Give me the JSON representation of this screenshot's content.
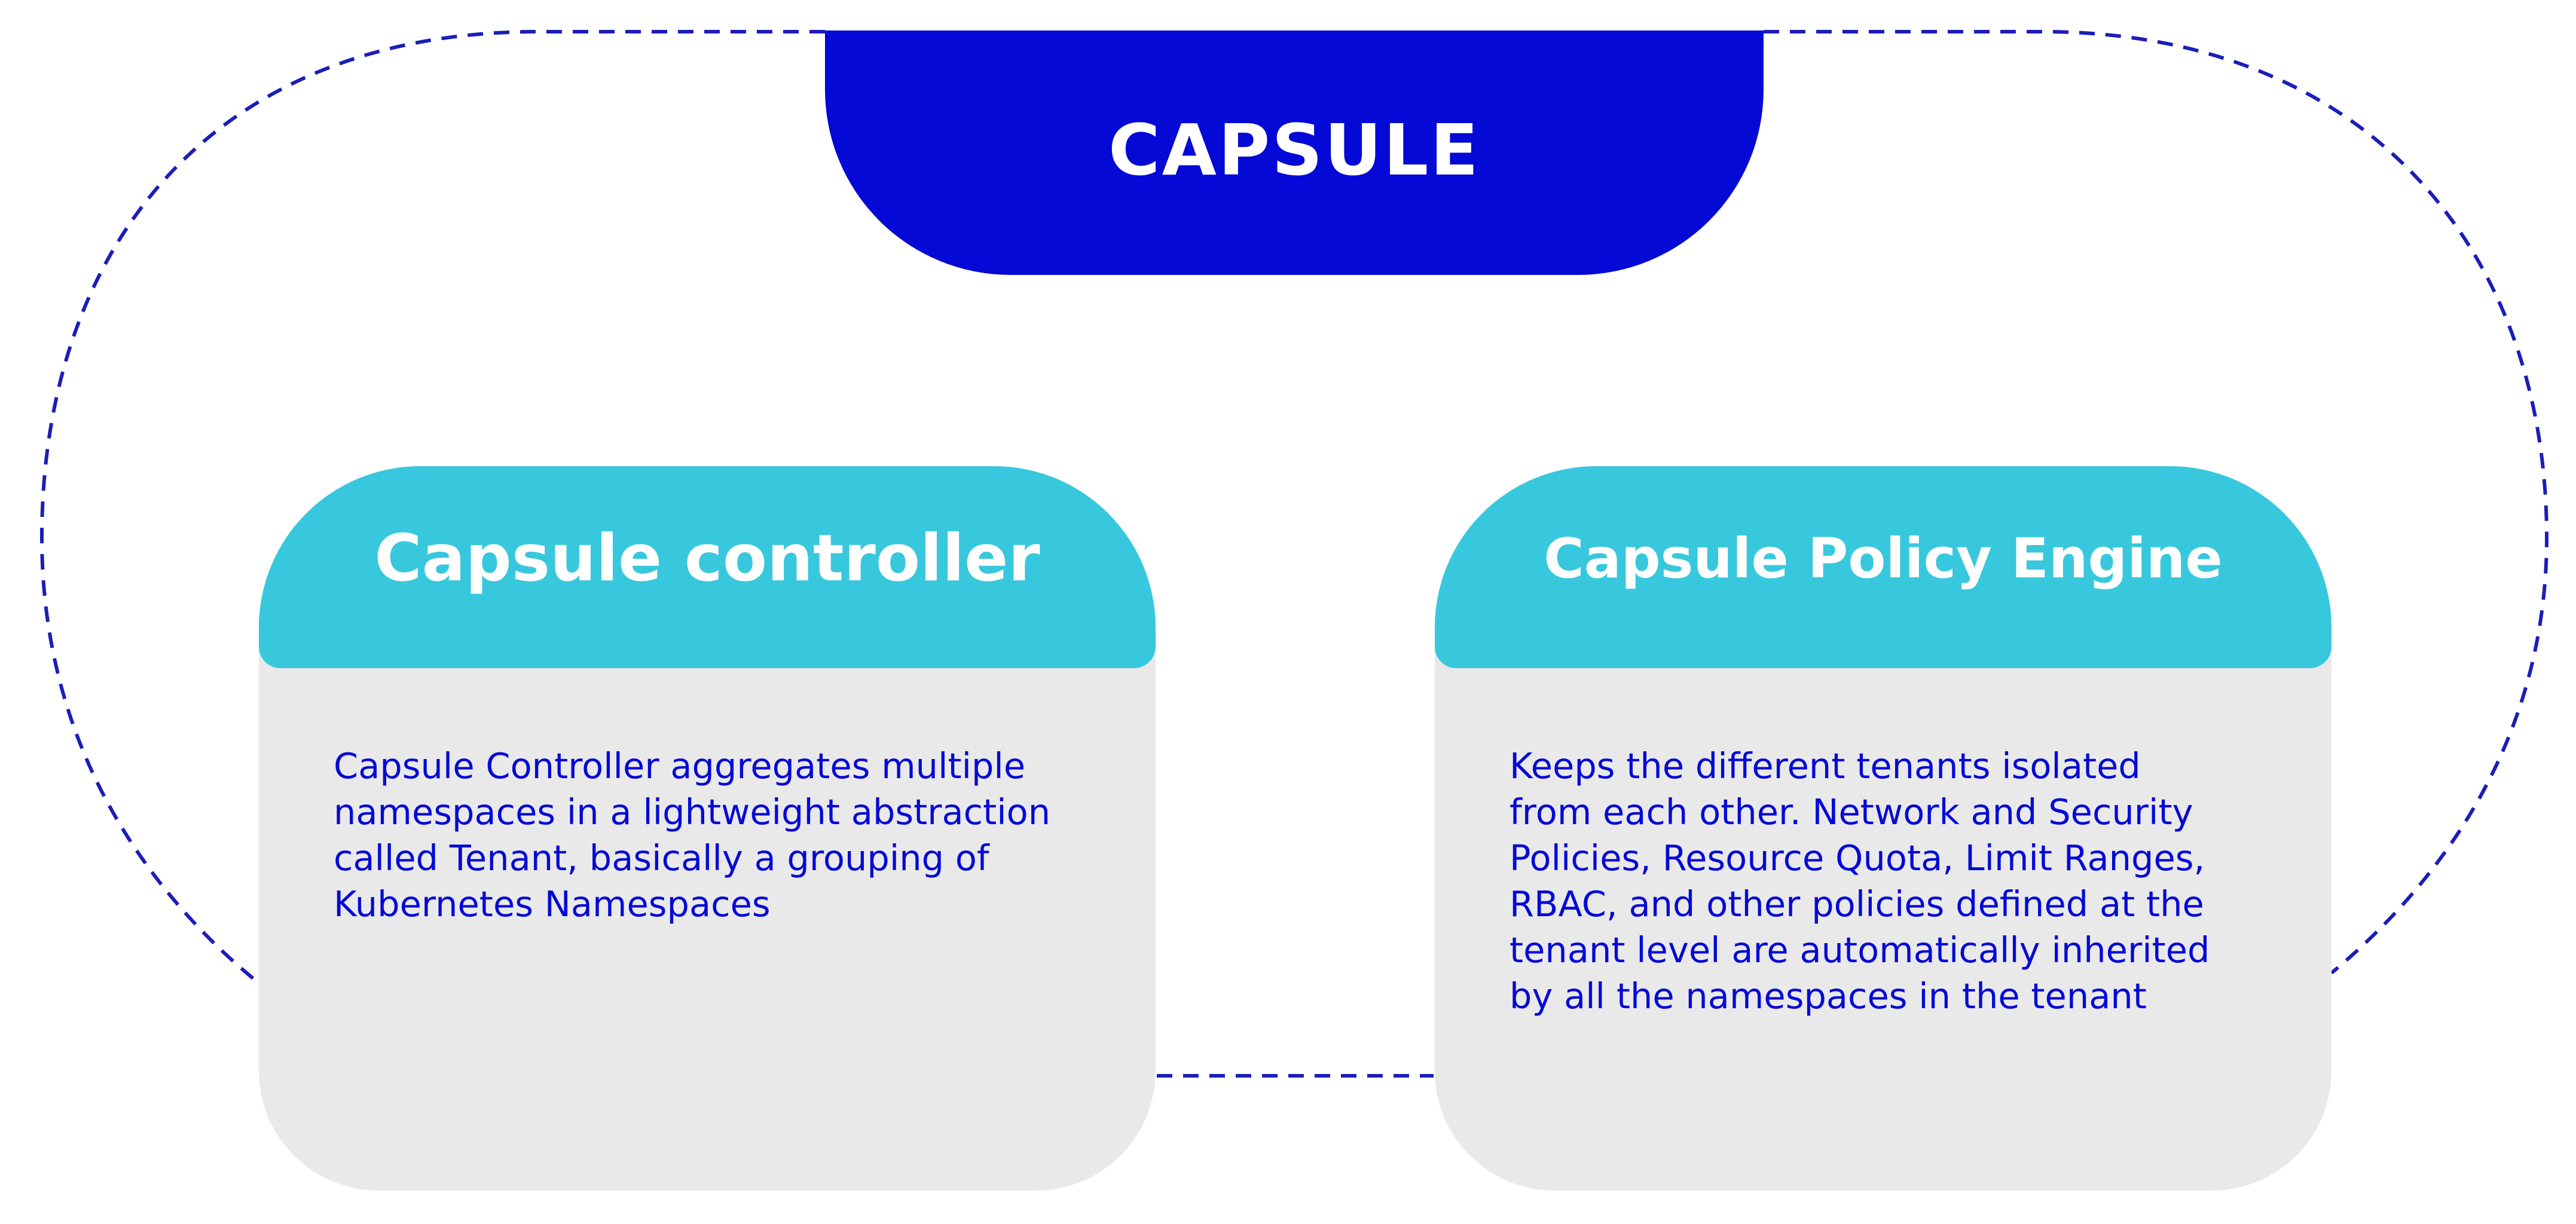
{
  "colors": {
    "primary_blue": "#0509d6",
    "accent_cyan": "#38c8dd",
    "card_gray": "#e9e9ea",
    "dash_blue": "#1a1eb8",
    "white": "#ffffff"
  },
  "header": {
    "title": "CAPSULE"
  },
  "cards": [
    {
      "title": "Capsule controller",
      "description": "Capsule Controller aggregates multiple\nnamespaces in a lightweight abstraction\ncalled Tenant, basically a grouping of\nKubernetes Namespaces"
    },
    {
      "title": "Capsule Policy Engine",
      "description": "Keeps the different tenants isolated\nfrom each other. Network and Security\nPolicies, Resource Quota, Limit Ranges,\nRBAC, and other policies defined at the\ntenant level are automatically inherited\nby all the namespaces in the tenant"
    }
  ]
}
